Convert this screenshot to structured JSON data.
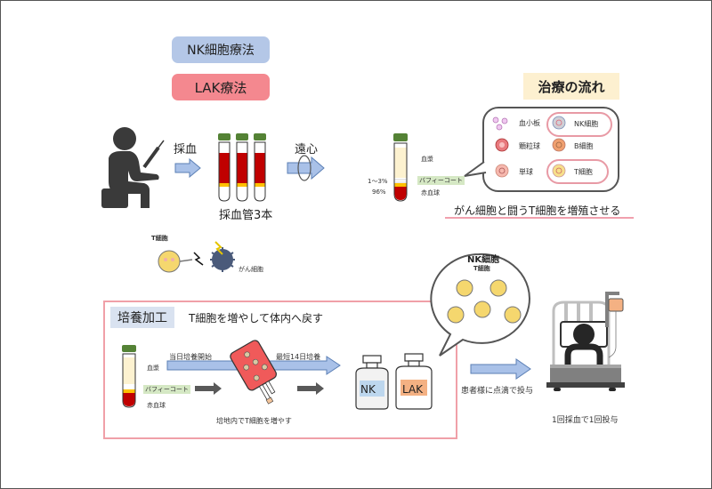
{
  "tags": {
    "nk_therapy": "NK細胞療法",
    "lak_therapy": "LAK療法",
    "flow_title": "治療の流れ"
  },
  "colors": {
    "nk_tag": "#b4c7e7",
    "lak_tag": "#f4888f",
    "flow_tag": "#fdf0d0",
    "culture_border": "#f0a0a8",
    "arrow_blue": "#a9c1e8",
    "arrow_gray": "#595959",
    "tube_cap": "#548235",
    "blood_red": "#c00000",
    "buffy_yellow": "#ffc000",
    "plasma": "#fdf2d0"
  },
  "step1": {
    "blood_draw": "採血",
    "tubes_label": "採血管3本",
    "centrifuge": "遠心"
  },
  "tube_detail": {
    "plasma": "血漿",
    "buffy_coat": "バフィーコート",
    "rbc": "赤血球",
    "pct_buffy": "1～3%",
    "pct_rbc": "96%"
  },
  "cells_bubble": {
    "platelet": "血小板",
    "nk_cell": "NK細胞",
    "granulocyte": "顆粒球",
    "b_cell": "B細胞",
    "monocyte": "単球",
    "t_cell": "T細胞"
  },
  "goal_text": "がん細胞と闘うT細胞を増殖させる",
  "fight": {
    "t_cell": "T細胞",
    "cancer_cell": "がん細胞"
  },
  "culture": {
    "title": "培養加工",
    "subtitle": "T細胞を増やして体内へ戻す",
    "plasma": "血漿",
    "buffy_coat": "バフィーコート",
    "rbc": "赤血球",
    "start_same_day": "当日培養開始",
    "min_14_days": "最短14日培養",
    "grow_in_medium": "培地内でT細胞を増やす",
    "bottle_nk": "NK",
    "bottle_lak": "LAK"
  },
  "expanded_bubble": {
    "nk_cells": "NK細胞",
    "t_cells": "T細胞"
  },
  "infusion": {
    "drip_label": "患者様に点滴で投与",
    "once_label": "1回採血で1回投与"
  }
}
